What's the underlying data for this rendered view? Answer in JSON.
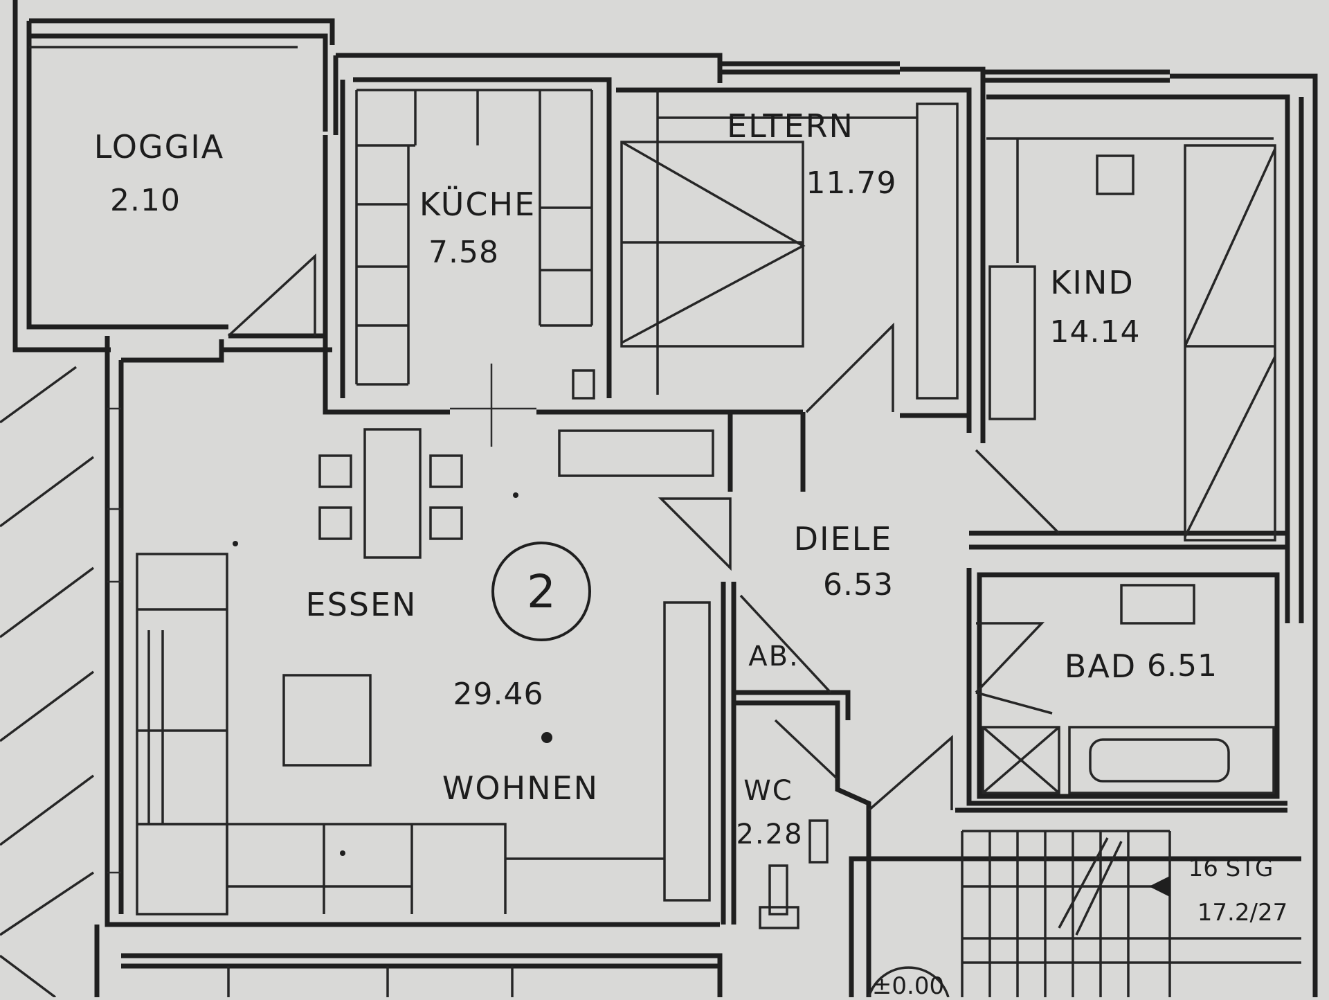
{
  "plan": {
    "unit_number": "2",
    "rooms": {
      "loggia": {
        "name": "LOGGIA",
        "area": "2.10"
      },
      "kueche": {
        "name": "KÜCHE",
        "area": "7.58"
      },
      "eltern": {
        "name": "ELTERN",
        "area": "11.79"
      },
      "kind": {
        "name": "KIND",
        "area": "14.14"
      },
      "diele": {
        "name": "DIELE",
        "area": "6.53"
      },
      "bad": {
        "name": "BAD",
        "area": "6.51"
      },
      "wc": {
        "name": "WC",
        "area": "2.28"
      },
      "abstell": {
        "name": "AB."
      },
      "essen": {
        "name": "ESSEN"
      },
      "wohnen": {
        "name": "WOHNEN",
        "area": "29.46"
      }
    },
    "stairs": {
      "steps": "16 STG",
      "dimension": "17.2/27"
    },
    "level_marker": "±0.00",
    "colors": {
      "paper": "#d9d9d7",
      "ink": "#1f1f1f"
    }
  }
}
